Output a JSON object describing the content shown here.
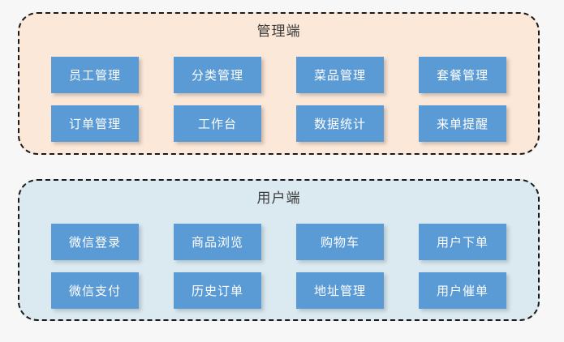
{
  "diagram": {
    "type": "block-diagram",
    "background_color": "#f7f7f7",
    "groups": [
      {
        "id": "admin",
        "title": "管理端",
        "fill_color": "#fce8d8",
        "border_color": "#1a1a1a",
        "border_style": "dashed",
        "node_color": "#5b9bd5",
        "node_text_color": "#ffffff",
        "rows": [
          [
            "员工管理",
            "分类管理",
            "菜品管理",
            "套餐管理"
          ],
          [
            "订单管理",
            "工作台",
            "数据统计",
            "来单提醒"
          ]
        ]
      },
      {
        "id": "user",
        "title": "用户端",
        "fill_color": "#dbe9f0",
        "border_color": "#1a1a1a",
        "border_style": "dashed",
        "node_color": "#5b9bd5",
        "node_text_color": "#ffffff",
        "rows": [
          [
            "微信登录",
            "商品浏览",
            "购物车",
            "用户下单"
          ],
          [
            "微信支付",
            "历史订单",
            "地址管理",
            "用户催单"
          ]
        ]
      }
    ]
  }
}
